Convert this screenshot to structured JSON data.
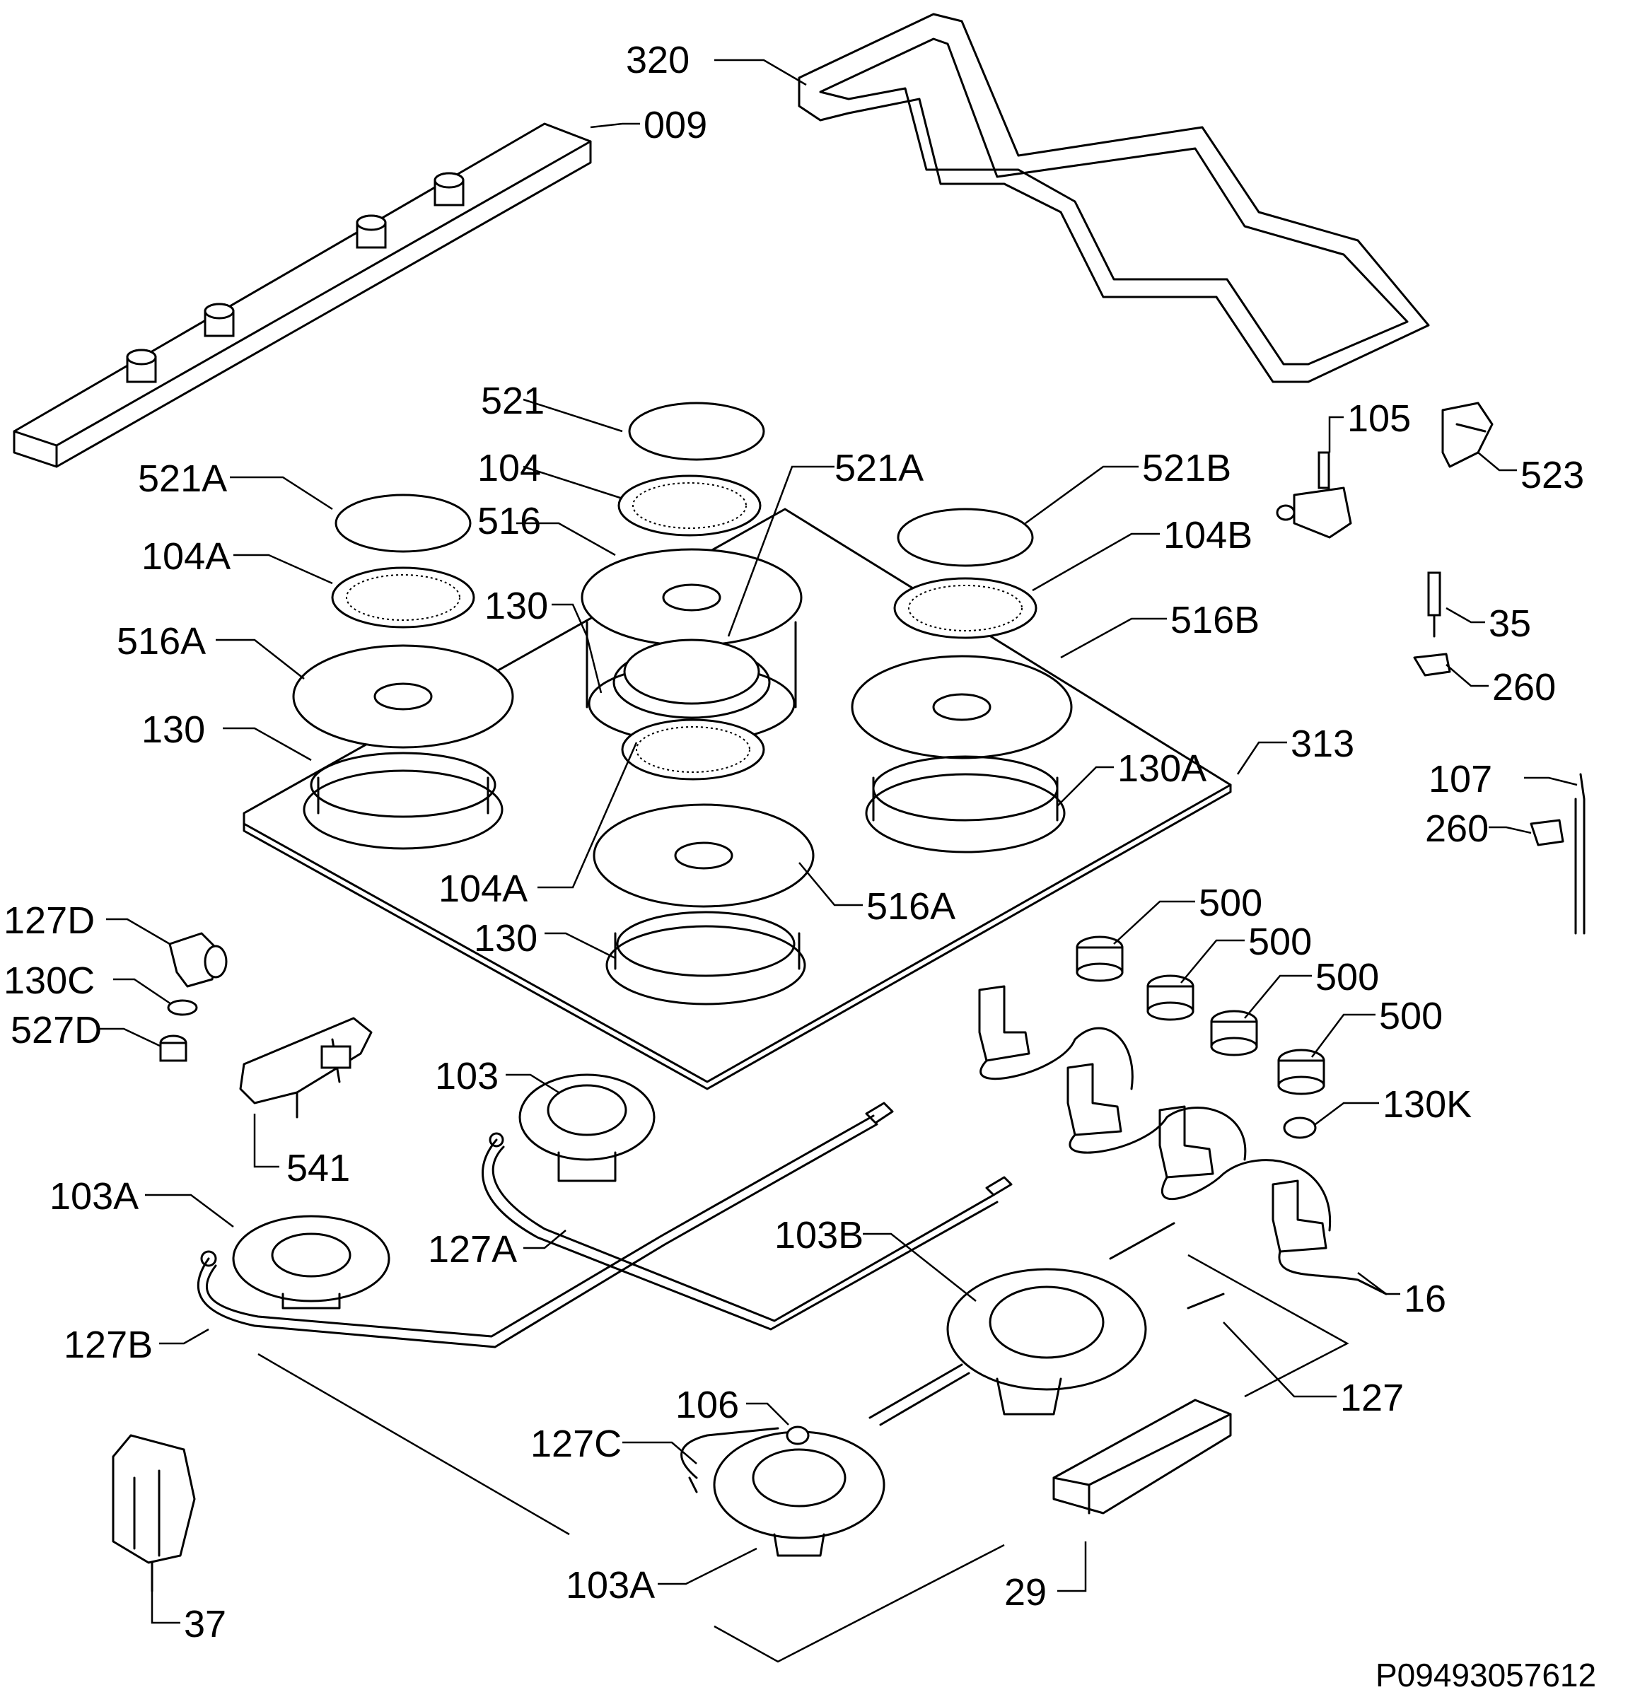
{
  "diagram": {
    "drawing_code": "P09493057612",
    "labels": {
      "l320": "320",
      "l009": "009",
      "l521": "521",
      "l104": "104",
      "l521A_top": "521A",
      "l521B": "521B",
      "l105": "105",
      "l523": "523",
      "l521A_left": "521A",
      "l516": "516",
      "l104B": "104B",
      "l104A_left": "104A",
      "l130_mid": "130",
      "l516B": "516B",
      "l35": "35",
      "l516A_left": "516A",
      "l260_a": "260",
      "l130_left": "130",
      "l130A": "130A",
      "l313": "313",
      "l107": "107",
      "l260_b": "260",
      "l104A_mid": "104A",
      "l516A_mid": "516A",
      "l127D": "127D",
      "l130_low": "130",
      "l500_a": "500",
      "l130C": "130C",
      "l500_b": "500",
      "l527D": "527D",
      "l500_c": "500",
      "l500_d": "500",
      "l103": "103",
      "l130K": "130K",
      "l541": "541",
      "l103A_left": "103A",
      "l127A": "127A",
      "l103B": "103B",
      "l16": "16",
      "l127B": "127B",
      "l127": "127",
      "l106": "106",
      "l127C": "127C",
      "l103A_bottom": "103A",
      "l29": "29",
      "l37": "37"
    }
  }
}
